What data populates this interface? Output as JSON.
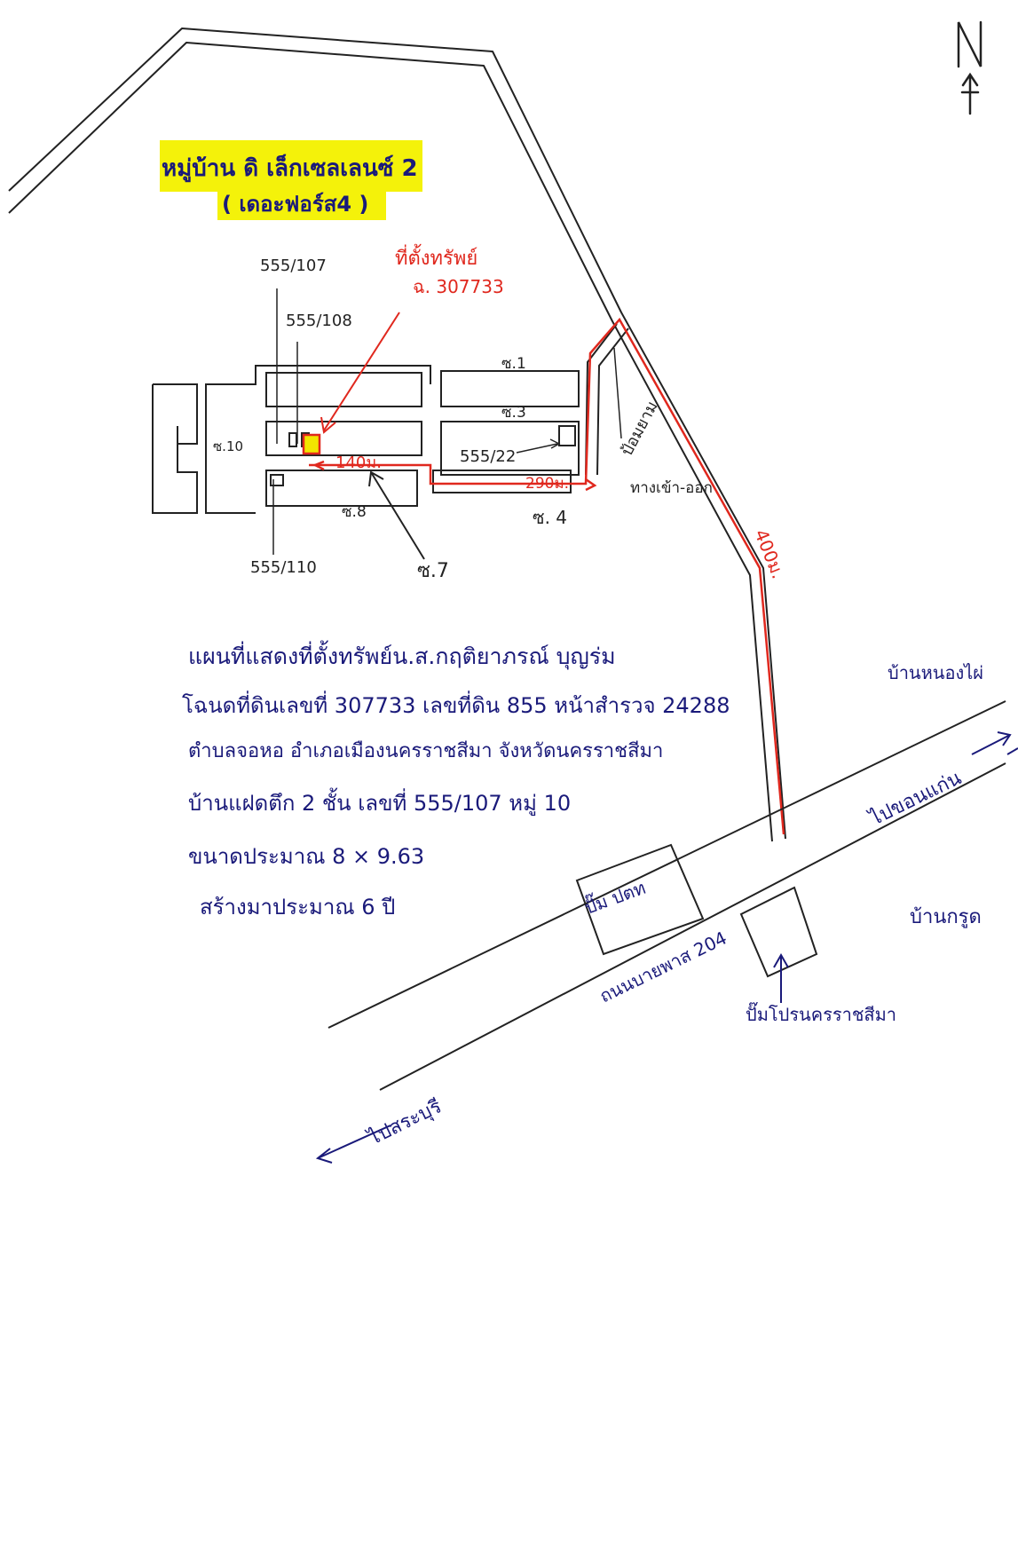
{
  "map": {
    "north_marker": "N",
    "village_name_line1": "หมู่บ้าน ดิ เล็กเซลเลนซ์ 2",
    "village_name_line2": "( เดอะฟอร์ส4 )",
    "highlight_color": "#f4f20a",
    "ink_color": "#1a1a7a",
    "red_color": "#e0281e",
    "property_marker_color": "#f2e600",
    "asset_label_line1": "ที่ตั้งทรัพย์",
    "asset_label_line2": "ฉ. 307733",
    "house_numbers": {
      "h107": "555/107",
      "h108": "555/108",
      "h110": "555/110",
      "h22": "555/22"
    },
    "soi_labels": {
      "soi1": "ซ.1",
      "soi3": "ซ.3",
      "soi4": "ซ. 4",
      "soi7": "ซ.7",
      "soi8": "ซ.8",
      "soi10": "ซ.10"
    },
    "distances": {
      "d140": "140ม.",
      "d290": "290ม.",
      "d400": "400ม."
    },
    "gate_label_line1": "ป้อมยาม",
    "gate_label_line2": "ทางเข้า-ออก",
    "places": {
      "nongphai": "บ้านหนองไผ่",
      "krut": "บ้านกรูด",
      "ptt": "ปั๊ม ปตท",
      "sayaeng": "ปั๊มโปรนครราชสีมา"
    },
    "road_name": "ถนนบายพาส 204",
    "direction_right": "ไปขอนแก่น",
    "direction_left": "ไปสระบุรี",
    "description": {
      "line1": "แผนที่แสดงที่ตั้งทรัพย์น.ส.กฤติยาภรณ์ บุญร่ม",
      "line2": "โฉนดที่ดินเลขที่ 307733 เลขที่ดิน 855 หน้าสำรวจ 24288",
      "line3": "ตำบลจอหอ  อำเภอเมืองนครราชสีมา จังหวัดนครราชสีมา",
      "line4": "บ้านแฝดตึก 2 ชั้น เลขที่ 555/107 หมู่ 10",
      "line5": "ขนาดประมาณ  8 × 9.63",
      "line6": "สร้างมาประมาณ  6 ปี"
    }
  }
}
